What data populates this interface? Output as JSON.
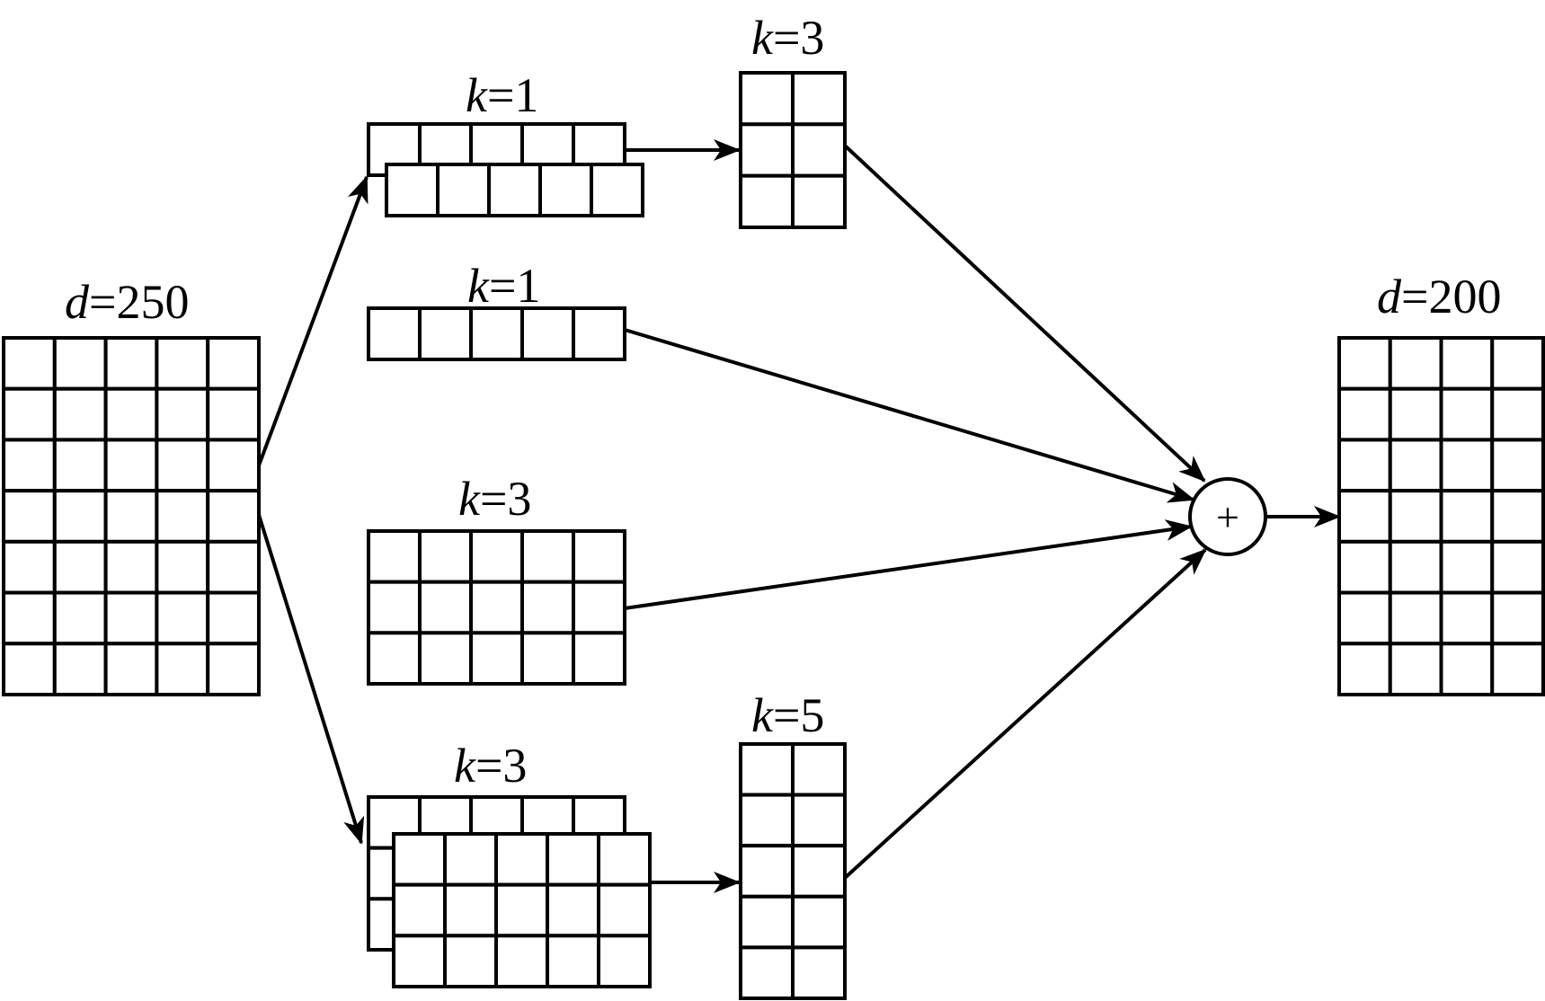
{
  "input": {
    "var": "d",
    "eq": "=250"
  },
  "output": {
    "var": "d",
    "eq": "=200"
  },
  "branches": [
    {
      "id": "b1a",
      "var": "k",
      "eq": "=1"
    },
    {
      "id": "b1b",
      "var": "k",
      "eq": "=3"
    },
    {
      "id": "b2",
      "var": "k",
      "eq": "=1"
    },
    {
      "id": "b3",
      "var": "k",
      "eq": "=3"
    },
    {
      "id": "b4a",
      "var": "k",
      "eq": "=3"
    },
    {
      "id": "b4b",
      "var": "k",
      "eq": "=5"
    }
  ],
  "sum": {
    "symbol": "+"
  }
}
